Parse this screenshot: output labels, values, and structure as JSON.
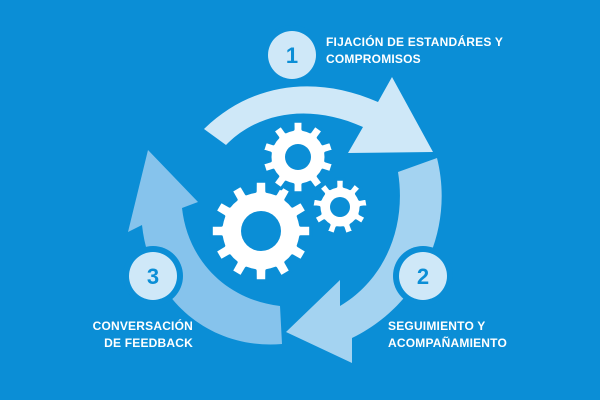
{
  "steps": [
    {
      "number": "1",
      "lines": [
        "FIJACIÓN DE ESTANDÁRES Y",
        "COMPROMISOS"
      ]
    },
    {
      "number": "2",
      "lines": [
        "SEGUIMIENTO Y",
        "ACOMPAÑAMIENTO"
      ]
    },
    {
      "number": "3",
      "lines": [
        "CONVERSACIÓN",
        "DE FEEDBACK"
      ]
    }
  ],
  "colors": {
    "background": "#0b8ed6",
    "arrow_light": "#cfe8f8",
    "arrow_mid": "#a4d3f1",
    "arrow_dark": "#86c3ec",
    "badge": "#cfe8f8",
    "gear": "#ffffff"
  },
  "icons": [
    "gear-icon-large",
    "gear-icon-top",
    "gear-icon-small"
  ]
}
